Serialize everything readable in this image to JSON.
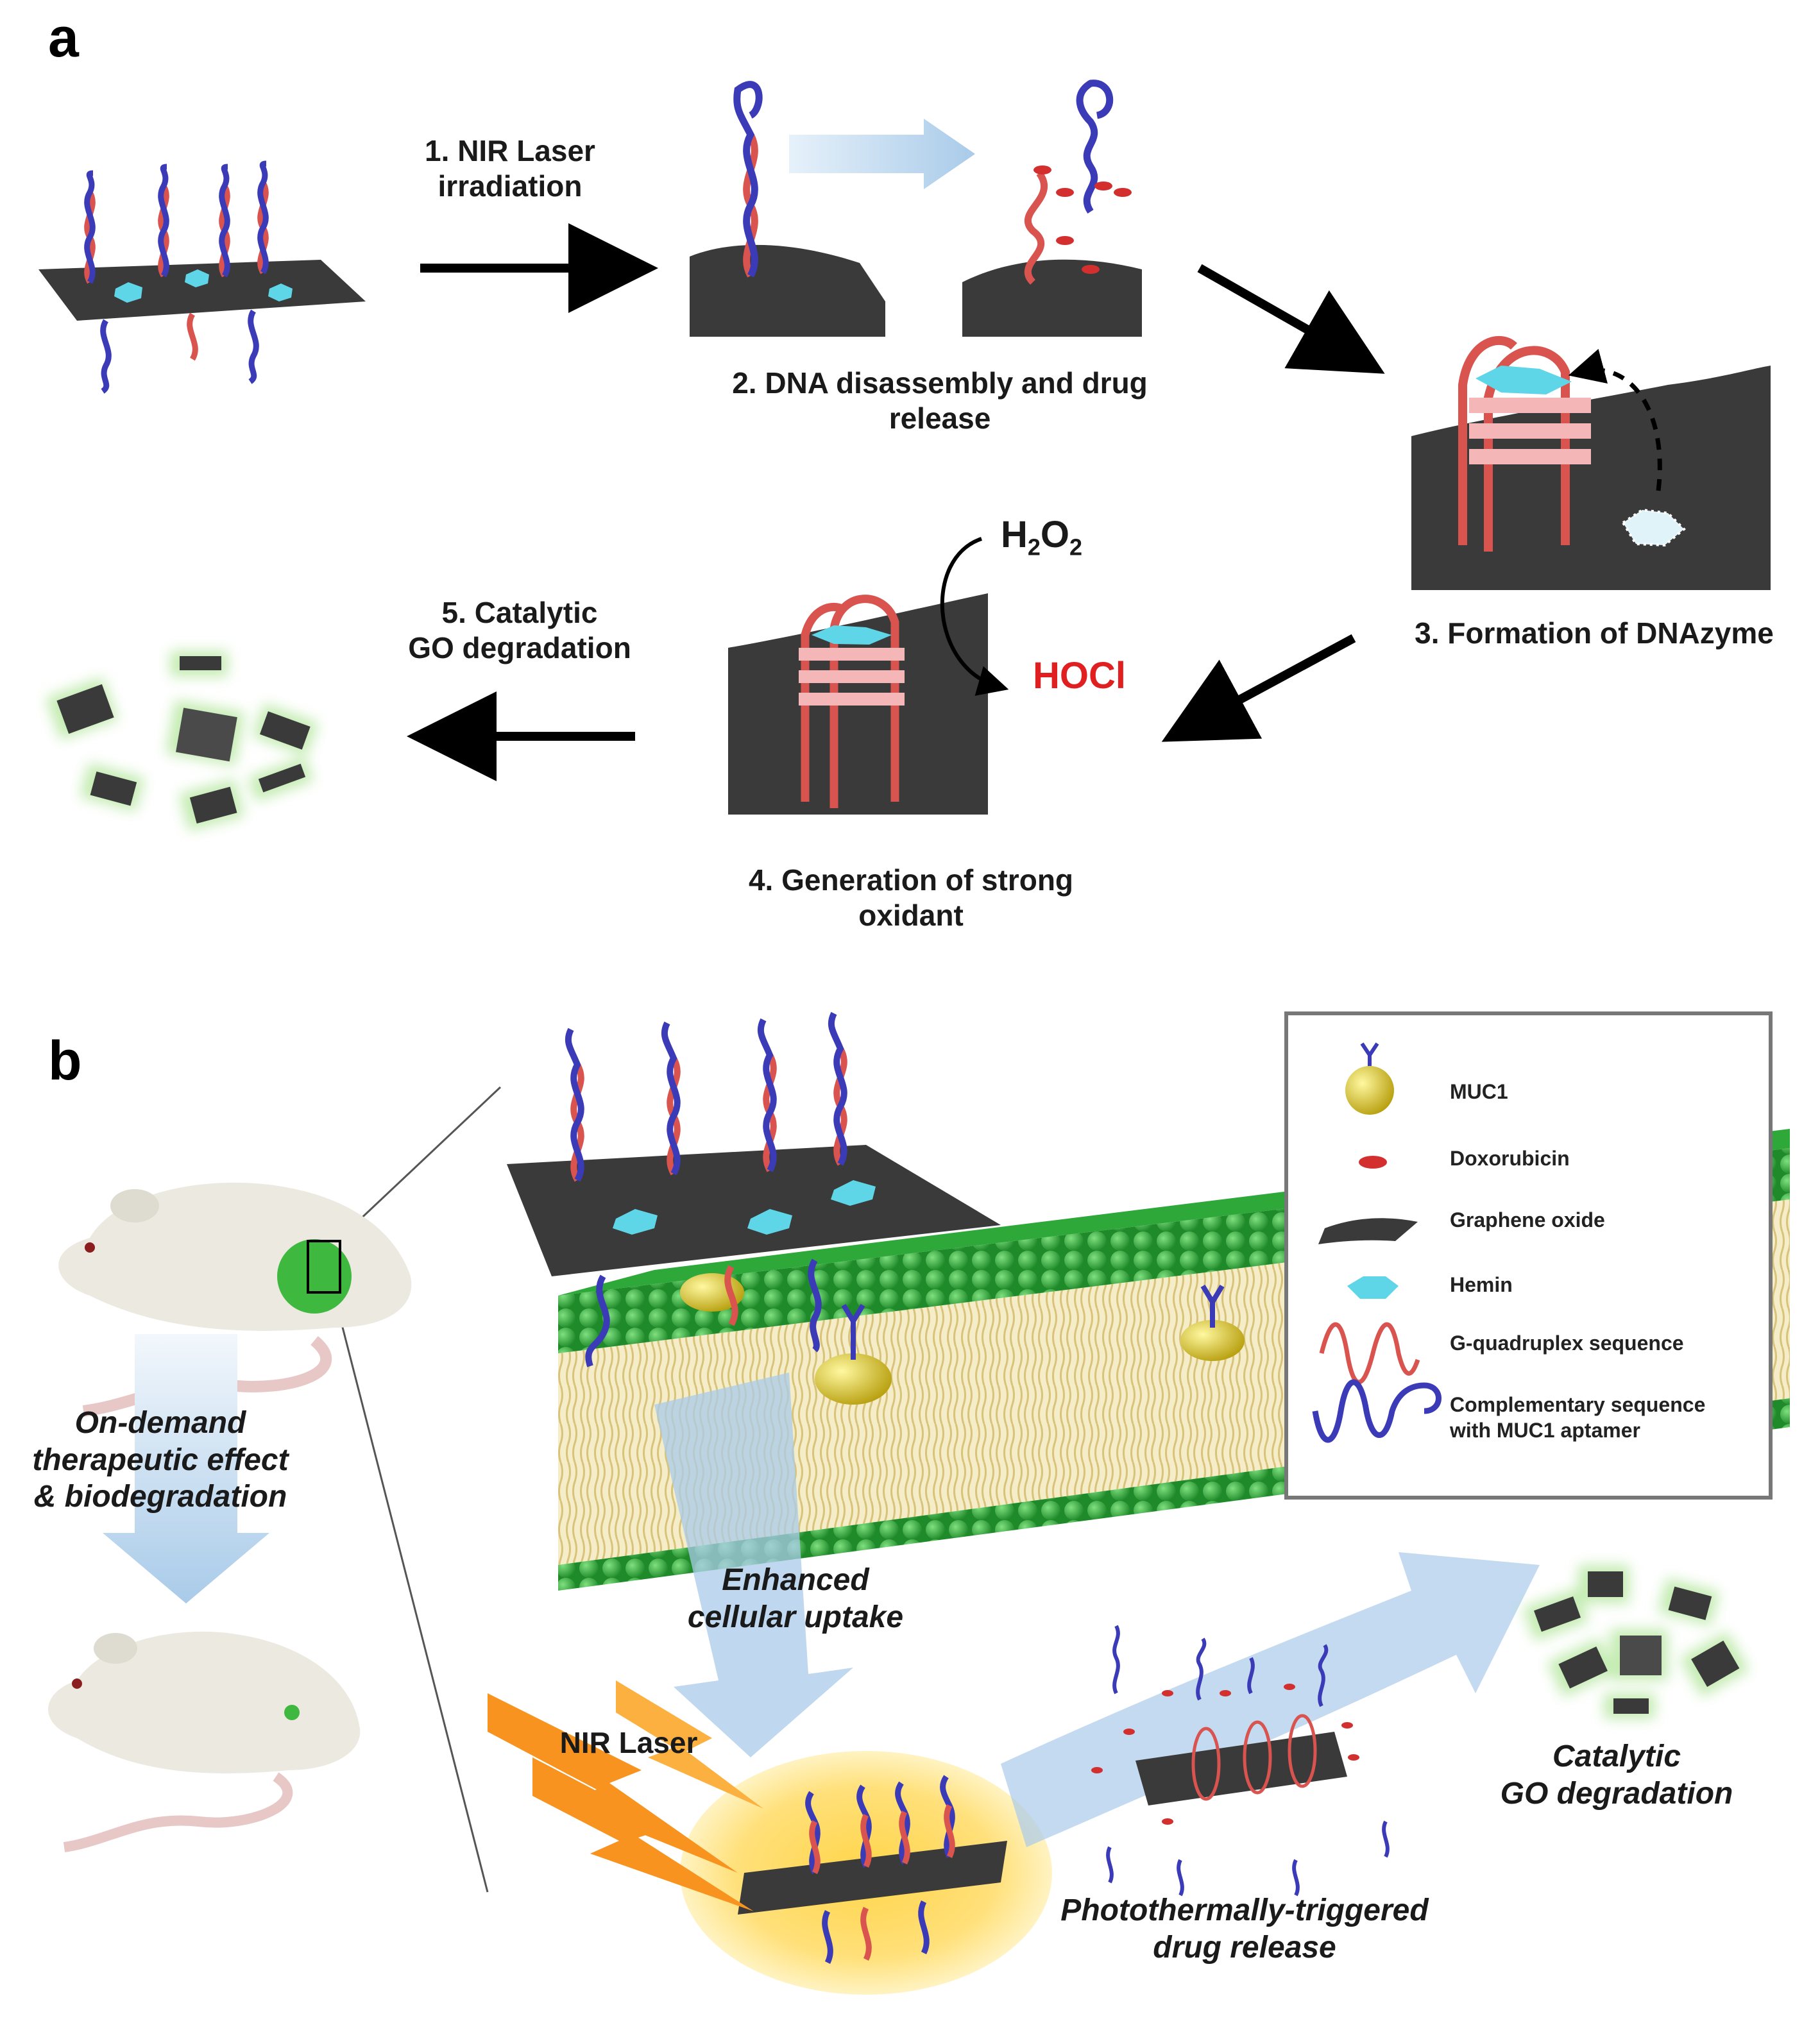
{
  "panel_a": {
    "letter": "a",
    "step1_line1": "1. NIR Laser",
    "step1_line2": "irradiation",
    "step2_line1": "2. DNA disassembly and drug",
    "step2_line2": "release",
    "step3": "3. Formation of DNAzyme",
    "step4_line1": "4. Generation of strong",
    "step4_line2": "oxidant",
    "step5_line1": "5. Catalytic",
    "step5_line2": "GO degradation",
    "reactant": "H",
    "reactant_sub1": "2",
    "reactant_mid": "O",
    "reactant_sub2": "2",
    "product": "HOCl"
  },
  "panel_b": {
    "letter": "b",
    "ondemand_line1": "On-demand",
    "ondemand_line2": "therapeutic effect",
    "ondemand_line3": "& biodegradation",
    "uptake_line1": "Enhanced",
    "uptake_line2": "cellular uptake",
    "laser": "NIR Laser",
    "release_line1": "Photothermally-triggered",
    "release_line2": "drug release",
    "degradation_line1": "Catalytic",
    "degradation_line2": "GO degradation"
  },
  "legend": {
    "items": [
      {
        "label": "MUC1"
      },
      {
        "label": "Doxorubicin"
      },
      {
        "label": "Graphene oxide"
      },
      {
        "label": "Hemin"
      },
      {
        "label": "G-quadruplex sequence"
      },
      {
        "label": "Complementary sequence"
      }
    ],
    "last_line2": "with MUC1 aptamer"
  },
  "colors": {
    "graphene": "#3a3a3a",
    "g_quadruplex": "#d9534f",
    "aptamer": "#3b3bb8",
    "hemin": "#5fd6e8",
    "membrane": "#2fa83a",
    "muc1": "#d8c020",
    "oxidant": "#e02020",
    "flow_arrow": "#b9d6ee"
  }
}
